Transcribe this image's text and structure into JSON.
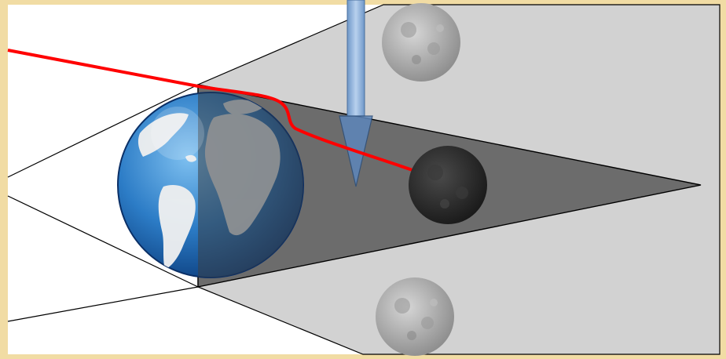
{
  "diagram": {
    "type": "lunar-eclipse-geometry",
    "labels": [],
    "colors": {
      "frame": "#f1dca4",
      "background": "#ffffff",
      "penumbra": "#d2d2d2",
      "umbra": "#6c6c6c",
      "outline": "#000000",
      "sight_line": "#ff0000",
      "arrow": "#8db0d6",
      "ocean": "#1e68b5",
      "land": "#f0f0f0",
      "moon_light": "#a9a9a9",
      "moon_dark": "#2d2d2d"
    },
    "objects": [
      {
        "name": "earth",
        "icon": "earth-globe-icon",
        "shadowed_half": "right"
      },
      {
        "name": "moon-penumbra-top",
        "icon": "moon-icon",
        "state": "light"
      },
      {
        "name": "moon-umbra",
        "icon": "moon-icon",
        "state": "dark"
      },
      {
        "name": "moon-penumbra-bottom",
        "icon": "moon-icon",
        "state": "light"
      }
    ]
  }
}
